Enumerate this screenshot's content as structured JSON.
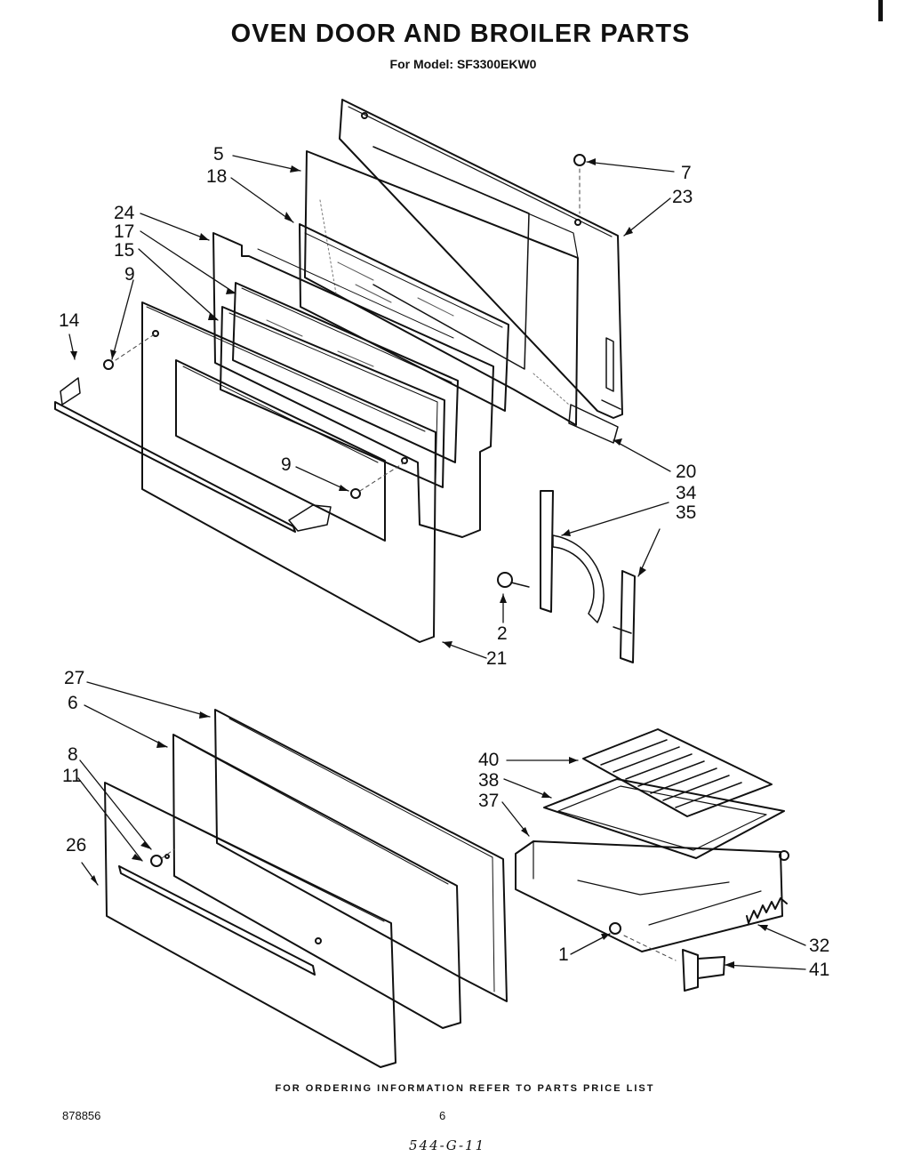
{
  "title": "OVEN DOOR AND BROILER PARTS",
  "subtitle": "For Model: SF3300EKW0",
  "callouts": {
    "c5": "5",
    "c18": "18",
    "c24": "24",
    "c17": "17",
    "c15": "15",
    "c9a": "9",
    "c14": "14",
    "c9b": "9",
    "c7": "7",
    "c23": "23",
    "c20": "20",
    "c34": "34",
    "c35": "35",
    "c2": "2",
    "c21": "21",
    "c27": "27",
    "c6": "6",
    "c8": "8",
    "c11": "11",
    "c26": "26",
    "c40": "40",
    "c38": "38",
    "c37": "37",
    "c1": "1",
    "c32": "32",
    "c41": "41"
  },
  "footer": {
    "note": "FOR ORDERING INFORMATION REFER TO PARTS PRICE LIST",
    "doc_number": "878856",
    "page_number": "6",
    "handwritten": "544-G-11"
  }
}
